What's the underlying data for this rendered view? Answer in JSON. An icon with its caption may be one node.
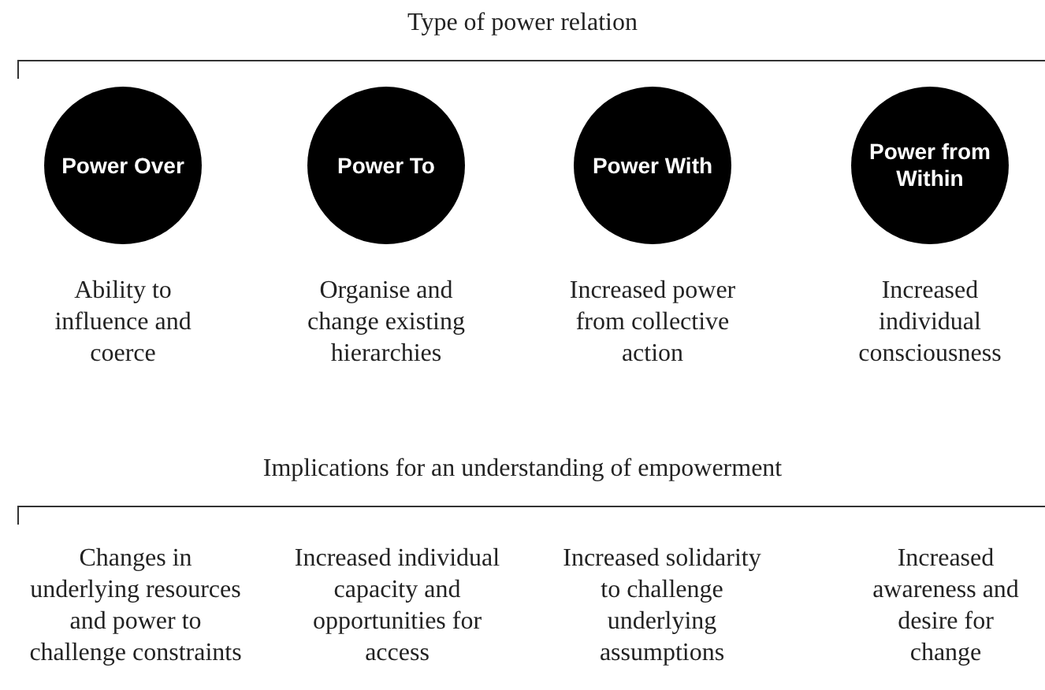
{
  "diagram": {
    "nodes": [
      {
        "text": [
          "Power Over"
        ],
        "beside": [
          "Ability to influence and coerce"
        ]
      },
      {
        "text": [
          "Power To"
        ],
        "beside": [
          "Organise and change existing hierarchies"
        ]
      },
      {
        "text": [
          "Power With"
        ],
        "beside": [
          "Increased power from collective action"
        ]
      },
      {
        "text": [
          "Power from Within"
        ],
        "beside": [
          "Increased individual consciousness"
        ]
      }
    ],
    "edges": [],
    "labels": [
      "Type of power relation",
      "Implications for an understanding of empowerment",
      "Changes in underlying resources and power to challenge constraints",
      "Increased individual capacity and opportunities for access",
      "Increased solidarity to challenge underlying assumptions",
      "Increased awareness and desire for change"
    ]
  }
}
